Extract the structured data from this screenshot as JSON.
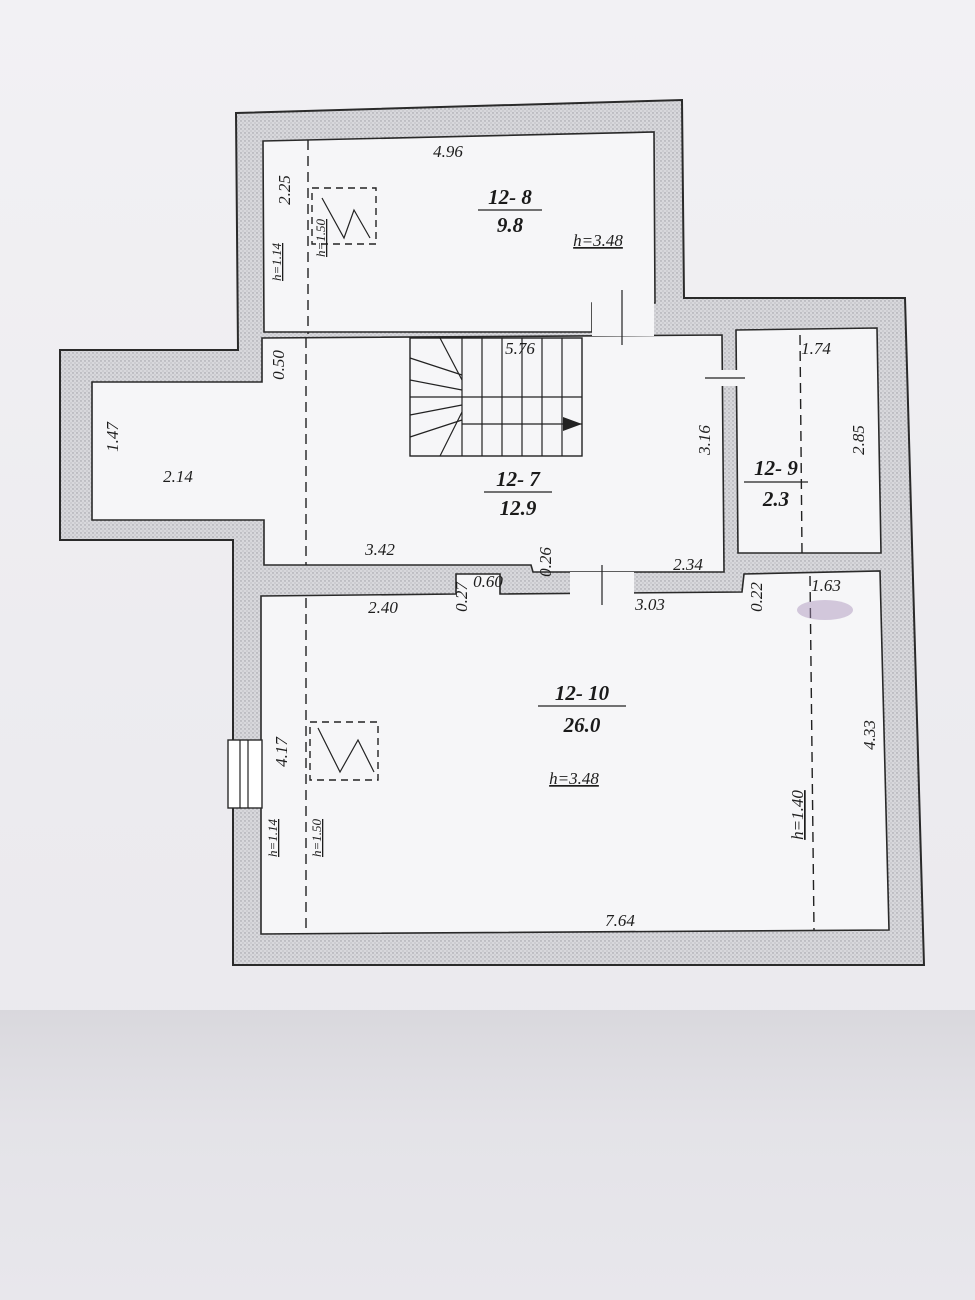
{
  "rooms": {
    "r12_8": {
      "id": "12- 8",
      "area": "9.8",
      "height": "h=3.48"
    },
    "r12_7": {
      "id": "12- 7",
      "area": "12.9"
    },
    "r12_9": {
      "id": "12- 9",
      "area": "2.3"
    },
    "r12_10": {
      "id": "12- 10",
      "area": "26.0",
      "height": "h=3.48"
    }
  },
  "dims": {
    "d496": "4.96",
    "d225": "2.25",
    "d114a": "h=1.14",
    "d150a": "h=1.50",
    "d050": "0.50",
    "d576": "5.76",
    "d174": "1.74",
    "d147": "1.47",
    "d214": "2.14",
    "d316": "3.16",
    "d285": "2.85",
    "d342": "3.42",
    "d026": "0.26",
    "d234": "2.34",
    "d027": "0.27",
    "d060": "0.60",
    "d240": "2.40",
    "d303": "3.03",
    "d022": "0.22",
    "d163": "1.63",
    "d417": "4.17",
    "d114b": "h=1.14",
    "d150b": "h=1.50",
    "d140": "h=1.40",
    "d433": "4.33",
    "d764": "7.64"
  }
}
